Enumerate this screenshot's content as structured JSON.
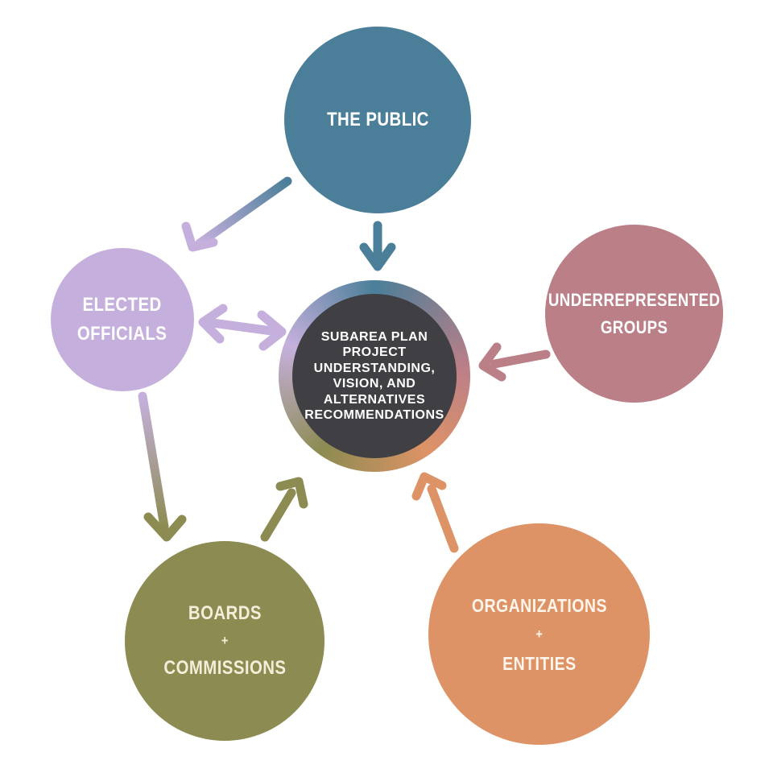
{
  "canvas": {
    "background": "#ffffff"
  },
  "center": {
    "lines": [
      "SUBAREA PLAN",
      "PROJECT",
      "UNDERSTANDING,",
      "VISION, AND",
      "ALTERNATIVES",
      "RECOMMENDATIONS"
    ],
    "fill": "#404044",
    "text_color": "#ffffff",
    "ring_colors": [
      "#4b7f99",
      "#bb7f88",
      "#de9366",
      "#8c8b51",
      "#c5b0dd"
    ]
  },
  "nodes": {
    "public": {
      "lines": [
        "THE PUBLIC"
      ],
      "color": "#4b7f99",
      "text_color": "#ffffff"
    },
    "elected": {
      "lines": [
        "ELECTED",
        "OFFICIALS"
      ],
      "color": "#c5b0dd",
      "text_color": "#ffffff"
    },
    "underrep": {
      "lines": [
        "UNDERREPRESENTED",
        "GROUPS"
      ],
      "color": "#bb7f88",
      "text_color": "#ffffff"
    },
    "boards": {
      "lines": [
        "BOARDS",
        "+",
        "COMMISSIONS"
      ],
      "color": "#8c8b51",
      "text_color": "#f3eed9"
    },
    "orgs": {
      "lines": [
        "ORGANIZATIONS",
        "+",
        "ENTITIES"
      ],
      "color": "#de9366",
      "text_color": "#fdf5e9"
    }
  },
  "edges": [
    {
      "from": "public",
      "to": "center",
      "direction": "one-way",
      "color": "#4b7f99"
    },
    {
      "from": "public",
      "to": "elected",
      "direction": "one-way",
      "color_start": "#4b7f99",
      "color_end": "#c5b0dd"
    },
    {
      "from": "elected",
      "to": "center",
      "direction": "two-way",
      "color": "#c5b0dd"
    },
    {
      "from": "underrep",
      "to": "center",
      "direction": "one-way",
      "color": "#bb7f88"
    },
    {
      "from": "elected",
      "to": "boards",
      "direction": "one-way",
      "color_start": "#c5b0dd",
      "color_end": "#8c8b51"
    },
    {
      "from": "boards",
      "to": "center",
      "direction": "one-way",
      "color": "#8c8b51"
    },
    {
      "from": "orgs",
      "to": "center",
      "direction": "one-way",
      "color": "#de9366"
    }
  ]
}
